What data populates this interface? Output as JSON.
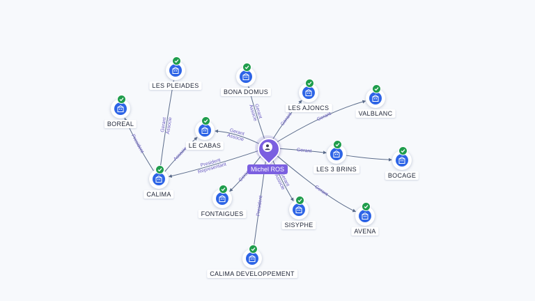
{
  "center": {
    "label": "Michel ROS",
    "icon": "person-icon"
  },
  "nodes": [
    {
      "id": "bona-domus",
      "label": "BONA DOMUS",
      "icon": "building-icon",
      "verified": true
    },
    {
      "id": "les-ajoncs",
      "label": "LES AJONCS",
      "icon": "building-icon",
      "verified": true
    },
    {
      "id": "valblanc",
      "label": "VALBLANC",
      "icon": "building-icon",
      "verified": true
    },
    {
      "id": "les-pleiades",
      "label": "LES PLEIADES",
      "icon": "building-icon",
      "verified": true
    },
    {
      "id": "boreal",
      "label": "BOREAL",
      "icon": "building-icon",
      "verified": true
    },
    {
      "id": "le-cabas",
      "label": "LE CABAS",
      "icon": "building-icon",
      "verified": true
    },
    {
      "id": "les-3-brins",
      "label": "LES 3 BRINS",
      "icon": "building-icon",
      "verified": true
    },
    {
      "id": "bocage",
      "label": "BOCAGE",
      "icon": "building-icon",
      "verified": true
    },
    {
      "id": "calima",
      "label": "CALIMA",
      "icon": "building-icon",
      "verified": true
    },
    {
      "id": "fontaigues",
      "label": "FONTAIGUES",
      "icon": "building-icon",
      "verified": true
    },
    {
      "id": "sisyphe",
      "label": "SISYPHE",
      "icon": "building-icon",
      "verified": true
    },
    {
      "id": "avena",
      "label": "AVENA",
      "icon": "building-icon",
      "verified": true
    },
    {
      "id": "calima-developpement",
      "label": "CALIMA DEVELOPPEMENT",
      "icon": "building-icon",
      "verified": true
    }
  ],
  "edges": [
    {
      "id": "e-bona",
      "from": "center",
      "to": "bona-domus",
      "labels": [
        "Gerant",
        "Associe"
      ]
    },
    {
      "id": "e-ajoncs",
      "from": "center",
      "to": "les-ajoncs",
      "labels": [
        "Gerant"
      ]
    },
    {
      "id": "e-valblanc",
      "from": "center",
      "to": "valblanc",
      "labels": [
        "Gerant"
      ]
    },
    {
      "id": "e-cabas",
      "from": "center",
      "to": "le-cabas",
      "labels": [
        "Gerant",
        "Associe"
      ]
    },
    {
      "id": "e-brins",
      "from": "center",
      "to": "les-3-brins",
      "labels": [
        "Gerant"
      ]
    },
    {
      "id": "e-calima",
      "from": "center",
      "to": "calima",
      "labels": [
        "President",
        "Representant"
      ]
    },
    {
      "id": "e-fontaigues",
      "from": "center",
      "to": "fontaigues",
      "labels": [
        "Gerant"
      ]
    },
    {
      "id": "e-sisyphe",
      "from": "center",
      "to": "sisyphe",
      "labels": [
        "Gerant",
        "Associe"
      ]
    },
    {
      "id": "e-avena",
      "from": "center",
      "to": "avena",
      "labels": [
        "Gerant"
      ]
    },
    {
      "id": "e-caldev",
      "from": "center",
      "to": "calima-developpement",
      "labels": [
        "President"
      ]
    },
    {
      "id": "e-pleiades",
      "from": "calima",
      "to": "les-pleiades",
      "labels": [
        "Gerant",
        "Associe"
      ]
    },
    {
      "id": "e-boreal",
      "from": "calima",
      "to": "boreal",
      "labels": [
        "President"
      ]
    },
    {
      "id": "e-calima-cabas",
      "from": "calima",
      "to": "le-cabas",
      "labels": [
        "Associe"
      ]
    },
    {
      "id": "e-bocage",
      "from": "les-3-brins",
      "to": "bocage",
      "labels": []
    }
  ]
}
